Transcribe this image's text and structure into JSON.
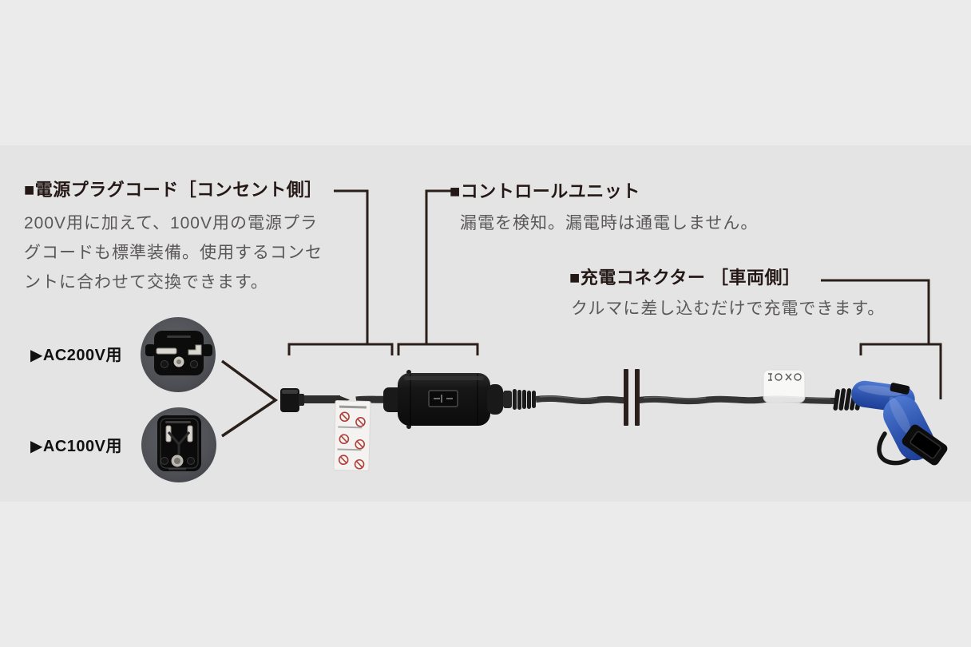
{
  "colors": {
    "page_bg": "#ECEBEB",
    "band_bg": "#E5E4E4",
    "annotation_line": "#2A1F1A",
    "title_text": "#231815",
    "body_text": "#595757",
    "connector_blue": "#2D53AD",
    "cable_dark": "#343434",
    "photo_circle_bg": "#53555A"
  },
  "sections": {
    "power_plug_cord": {
      "title": "■電源プラグコード［コンセント側］",
      "lines": [
        "200V用に加えて、100V用の電源プラ",
        "グコードも標準装備。使用するコンセ",
        "ントに合わせて交換できます。"
      ]
    },
    "control_unit": {
      "title": "■コントロールユニット",
      "body": "漏電を検知。漏電時は通電しません。"
    },
    "charge_connector": {
      "title": "■充電コネクター ［車両側］",
      "body": "クルマに差し込むだけで充電できます。"
    }
  },
  "plug_options": [
    {
      "label": "▶AC200V用"
    },
    {
      "label": "▶AC100V用"
    }
  ]
}
